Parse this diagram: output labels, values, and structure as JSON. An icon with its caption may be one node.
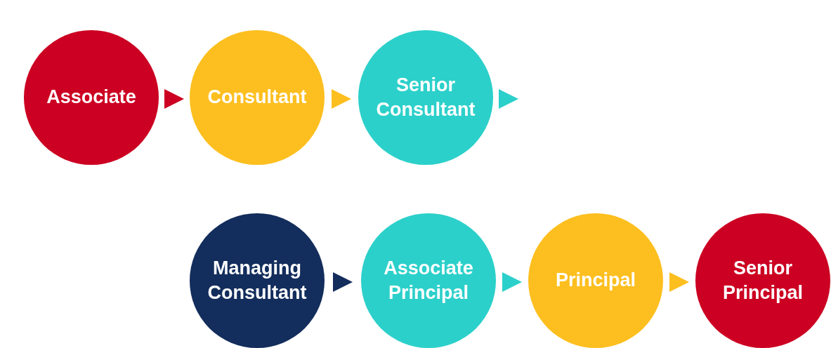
{
  "diagram": {
    "nodes": [
      {
        "text": [
          "Associate"
        ]
      },
      {
        "text": [
          "Consultant"
        ]
      },
      {
        "text": [
          "Senior Consultant"
        ]
      },
      {
        "text": [
          "Managing Consultant"
        ]
      },
      {
        "text": [
          "Associate Principal"
        ]
      },
      {
        "text": [
          "Principal"
        ]
      },
      {
        "text": [
          "Senior Principal"
        ]
      }
    ],
    "edges": [
      {
        "from": 0,
        "to": 1,
        "arrow": "to",
        "color": "#cc0022"
      },
      {
        "from": 1,
        "to": 2,
        "arrow": "to",
        "color": "#fdbf1f"
      },
      {
        "from": 2,
        "to": null,
        "arrow": "to",
        "color": "#2cd0ca"
      },
      {
        "from": 3,
        "to": 4,
        "arrow": "to",
        "color": "#132d5c"
      },
      {
        "from": 4,
        "to": 5,
        "arrow": "to",
        "color": "#2cd0ca"
      },
      {
        "from": 5,
        "to": 6,
        "arrow": "to",
        "color": "#fdbf1f"
      }
    ]
  }
}
